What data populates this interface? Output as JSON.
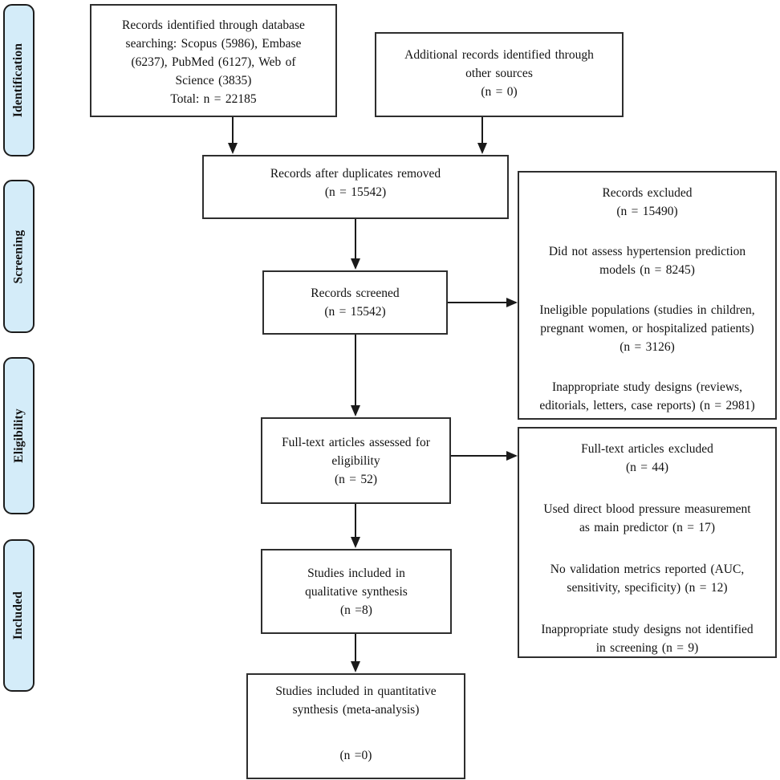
{
  "stages": [
    {
      "label": "Identification"
    },
    {
      "label": "Screening"
    },
    {
      "label": "Eligibility"
    },
    {
      "label": "Included"
    }
  ],
  "flow": {
    "identification": {
      "database_records": "Records identified through database\nsearching: Scopus (5986), Embase\n(6237), PubMed (6127), Web of\nScience (3835)\nTotal: n = 22185",
      "other_sources": "Additional records identified through\nother sources\n(n = 0)"
    },
    "screening": {
      "after_duplicates": "Records after duplicates removed\n(n = 15542)",
      "records_screened": "Records screened\n(n = 15542)",
      "records_excluded": {
        "header": "Records excluded\n(n = 15490)",
        "reasons": [
          "Did not assess hypertension prediction\nmodels (n = 8245)",
          "Ineligible populations (studies in children,\npregnant women, or hospitalized patients)\n(n = 3126)",
          "Inappropriate study designs (reviews,\neditorials, letters, case reports) (n = 2981)"
        ]
      }
    },
    "eligibility": {
      "fulltext_assessed": "Full-text articles assessed for\neligibility\n(n = 52)",
      "fulltext_excluded": {
        "header": "Full-text articles excluded\n(n = 44)",
        "reasons": [
          "Used direct blood pressure measurement\nas main predictor (n = 17)",
          "No validation metrics reported (AUC,\nsensitivity, specificity) (n = 12)",
          "Inappropriate study designs not identified\nin screening (n = 9)"
        ]
      }
    },
    "included": {
      "qualitative": "Studies included in\nqualitative synthesis\n(n =8)",
      "quantitative_main": "Studies included in quantitative\nsynthesis (meta-analysis)",
      "quantitative_n": "(n =0)"
    }
  },
  "colors": {
    "stage_fill": "#d4ecf9",
    "stage_border": "#1c1c1c",
    "box_border": "#2e2e2e",
    "arrow": "#1a1a1a"
  }
}
